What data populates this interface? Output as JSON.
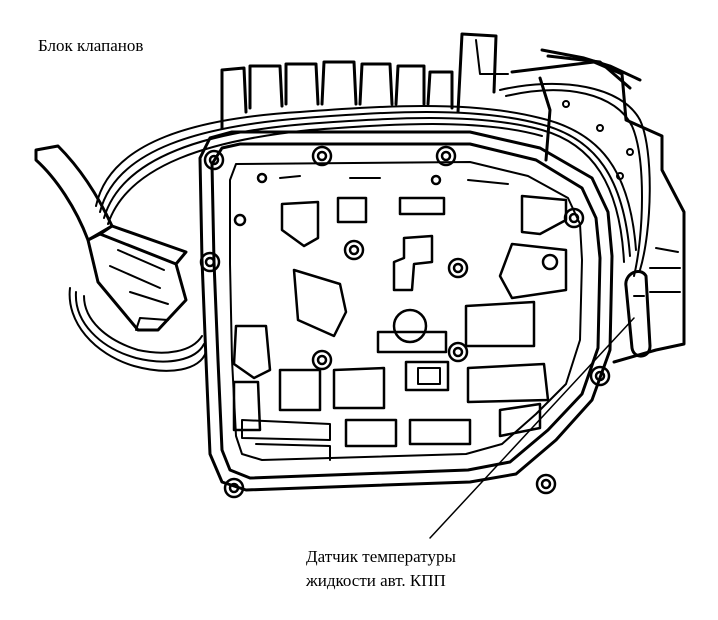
{
  "labels": {
    "valve_block": "Блок клапанов",
    "sensor_line1": "Датчик температуры",
    "sensor_line2": "жидкости авт. КПП"
  },
  "colors": {
    "ink": "#000000",
    "paper": "#ffffff"
  }
}
